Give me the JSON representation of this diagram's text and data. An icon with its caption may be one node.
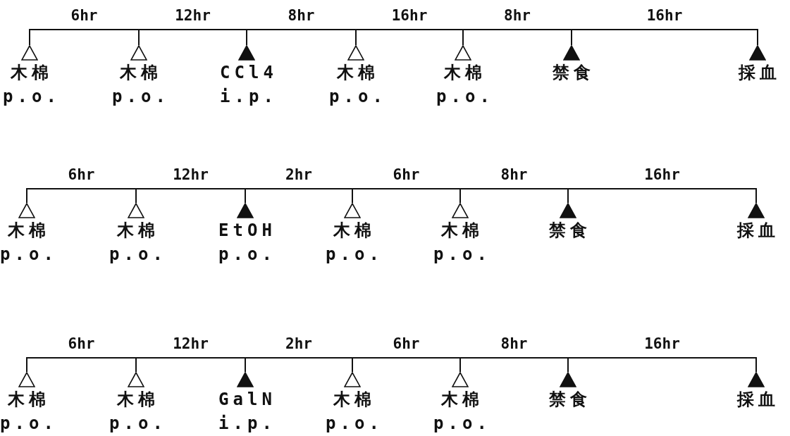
{
  "diagram": {
    "nodes": [
      {
        "text": [],
        "shape": "triangle",
        "beside": [
          "木棉",
          "p.o."
        ]
      },
      {
        "text": [],
        "shape": "triangle",
        "beside": [
          "木棉",
          "p.o."
        ]
      },
      {
        "text": [],
        "shape": "filled-triangle",
        "beside": [
          "CCl4",
          "i.p."
        ]
      },
      {
        "text": [],
        "shape": "triangle",
        "beside": [
          "木棉",
          "p.o."
        ]
      },
      {
        "text": [],
        "shape": "triangle",
        "beside": [
          "木棉",
          "p.o."
        ]
      },
      {
        "text": [],
        "shape": "filled-triangle",
        "beside": [
          "禁食"
        ]
      },
      {
        "text": [],
        "shape": "filled-triangle",
        "beside": [
          "採血"
        ]
      },
      {
        "text": [],
        "shape": "triangle",
        "beside": [
          "木棉",
          "p.o."
        ]
      },
      {
        "text": [],
        "shape": "triangle",
        "beside": [
          "木棉",
          "p.o."
        ]
      },
      {
        "text": [],
        "shape": "filled-triangle",
        "beside": [
          "EtOH",
          "p.o."
        ]
      },
      {
        "text": [],
        "shape": "triangle",
        "beside": [
          "木棉",
          "p.o."
        ]
      },
      {
        "text": [],
        "shape": "triangle",
        "beside": [
          "木棉",
          "p.o."
        ]
      },
      {
        "text": [],
        "shape": "filled-triangle",
        "beside": [
          "禁食"
        ]
      },
      {
        "text": [],
        "shape": "filled-triangle",
        "beside": [
          "採血"
        ]
      },
      {
        "text": [],
        "shape": "triangle",
        "beside": [
          "木棉",
          "p.o."
        ]
      },
      {
        "text": [],
        "shape": "triangle",
        "beside": [
          "木棉",
          "p.o."
        ]
      },
      {
        "text": [],
        "shape": "filled-triangle",
        "beside": [
          "GalN",
          "i.p."
        ]
      },
      {
        "text": [],
        "shape": "triangle",
        "beside": [
          "木棉",
          "p.o."
        ]
      },
      {
        "text": [],
        "shape": "triangle",
        "beside": [
          "木棉",
          "p.o."
        ]
      },
      {
        "text": [],
        "shape": "filled-triangle",
        "beside": [
          "禁食"
        ]
      },
      {
        "text": [],
        "shape": "filled-triangle",
        "beside": [
          "採血"
        ]
      }
    ],
    "edges": [
      {
        "from": 0,
        "to": 1,
        "arrow": "none",
        "label": "6hr"
      },
      {
        "from": 1,
        "to": 2,
        "arrow": "none",
        "label": "12hr"
      },
      {
        "from": 2,
        "to": 3,
        "arrow": "none",
        "label": "8hr"
      },
      {
        "from": 3,
        "to": 4,
        "arrow": "none",
        "label": "16hr"
      },
      {
        "from": 4,
        "to": 5,
        "arrow": "none",
        "label": "8hr"
      },
      {
        "from": 5,
        "to": 6,
        "arrow": "none",
        "label": "16hr"
      },
      {
        "from": 7,
        "to": 8,
        "arrow": "none",
        "label": "6hr"
      },
      {
        "from": 8,
        "to": 9,
        "arrow": "none",
        "label": "12hr"
      },
      {
        "from": 9,
        "to": 10,
        "arrow": "none",
        "label": "2hr"
      },
      {
        "from": 10,
        "to": 11,
        "arrow": "none",
        "label": "6hr"
      },
      {
        "from": 11,
        "to": 12,
        "arrow": "none",
        "label": "8hr"
      },
      {
        "from": 12,
        "to": 13,
        "arrow": "none",
        "label": "16hr"
      },
      {
        "from": 14,
        "to": 15,
        "arrow": "none",
        "label": "6hr"
      },
      {
        "from": 15,
        "to": 16,
        "arrow": "none",
        "label": "12hr"
      },
      {
        "from": 16,
        "to": 17,
        "arrow": "none",
        "label": "2hr"
      },
      {
        "from": 17,
        "to": 18,
        "arrow": "none",
        "label": "6hr"
      },
      {
        "from": 18,
        "to": 19,
        "arrow": "none",
        "label": "8hr"
      },
      {
        "from": 19,
        "to": 20,
        "arrow": "none",
        "label": "16hr"
      }
    ]
  }
}
